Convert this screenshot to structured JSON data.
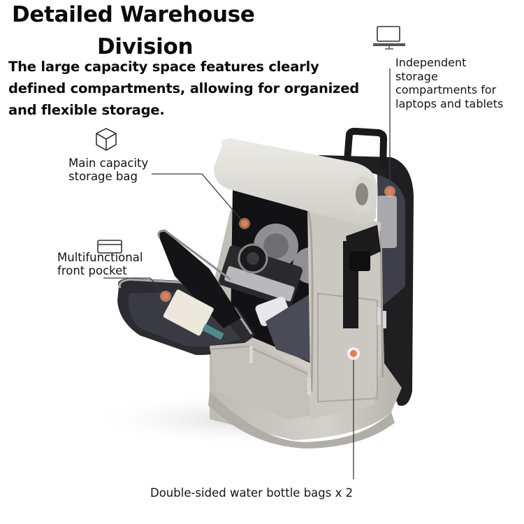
{
  "header": {
    "title_line1": "Detailed Warehouse",
    "title_line2": "Division",
    "subtitle": "The large capacity space features clearly defined compartments, allowing for organized and flexible storage."
  },
  "callouts": [
    {
      "id": "main",
      "icon": "box-icon",
      "label_line1": "Main capacity",
      "label_line2": "storage bag"
    },
    {
      "id": "front",
      "icon": "card-icon",
      "label_line1": "Multifunctional",
      "label_line2": "front pocket"
    },
    {
      "id": "laptop",
      "icon": "laptop-icon",
      "label_line1": "Independent",
      "label_line2": "storage",
      "label_line3": "compartments for",
      "label_line4": "laptops and tablets"
    },
    {
      "id": "bottle",
      "icon": null,
      "label_line1": "Double-sided water bottle bags x 2"
    }
  ],
  "colors": {
    "marker": "#f07a45",
    "line": "#333333",
    "bag_body": "#c9c7c0",
    "bag_dark": "#1c1c1e",
    "lining": "#4a4b57"
  }
}
